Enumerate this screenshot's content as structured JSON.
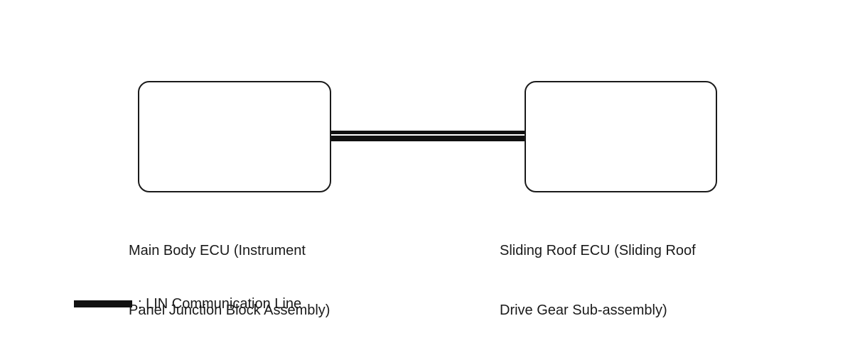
{
  "diagram": {
    "nodes": [
      {
        "id": "main-body-ecu",
        "label_line1": "Main Body ECU (Instrument",
        "label_line2": "Panel Junction Block Assembly)"
      },
      {
        "id": "sliding-roof-ecu",
        "label_line1": "Sliding Roof ECU (Sliding Roof",
        "label_line2": "Drive Gear Sub-assembly)"
      }
    ],
    "connections": [
      {
        "from": "main-body-ecu",
        "to": "sliding-roof-ecu",
        "type": "LIN"
      }
    ],
    "legend": {
      "text": ": LIN Communication Line"
    }
  }
}
